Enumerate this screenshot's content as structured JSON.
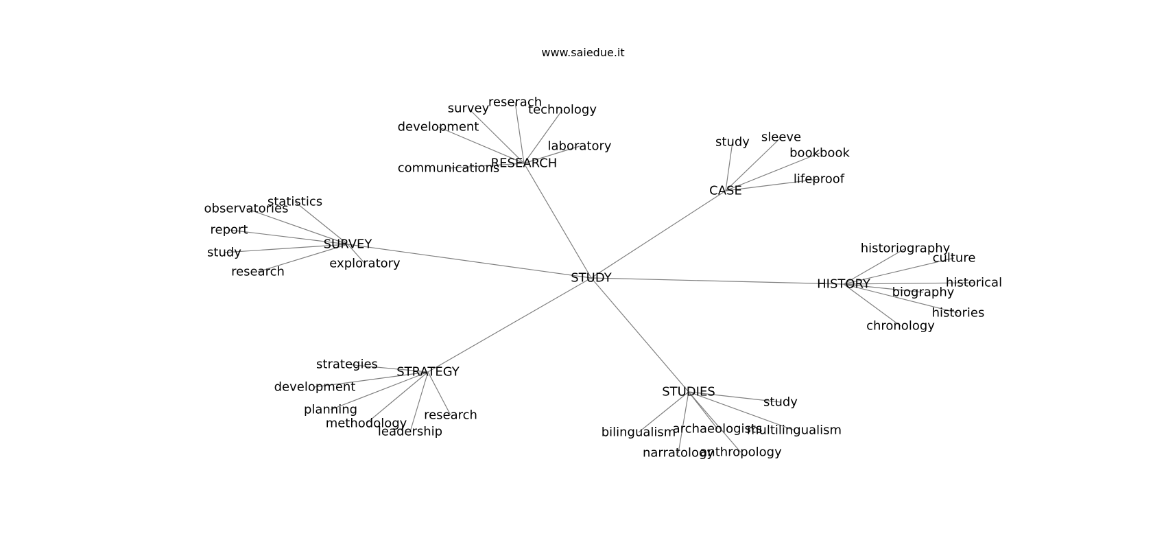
{
  "header": {
    "text": "www.saiedue.it"
  },
  "graph": {
    "root": "STUDY",
    "hubs": [
      {
        "label": "RESEARCH",
        "leaves": [
          "survey",
          "reserach",
          "technology",
          "development",
          "laboratory",
          "communications"
        ]
      },
      {
        "label": "CASE",
        "leaves": [
          "study",
          "sleeve",
          "bookbook",
          "lifeproof"
        ]
      },
      {
        "label": "SURVEY",
        "leaves": [
          "statistics",
          "observatories",
          "report",
          "study",
          "research",
          "exploratory"
        ]
      },
      {
        "label": "HISTORY",
        "leaves": [
          "historiography",
          "culture",
          "historical",
          "biography",
          "histories",
          "chronology"
        ]
      },
      {
        "label": "STRATEGY",
        "leaves": [
          "strategies",
          "development",
          "planning",
          "methodology",
          "leadership",
          "research"
        ]
      },
      {
        "label": "STUDIES",
        "leaves": [
          "study",
          "bilingualism",
          "archaeologists",
          "multilingualism",
          "narratology",
          "anthropology"
        ]
      }
    ]
  }
}
